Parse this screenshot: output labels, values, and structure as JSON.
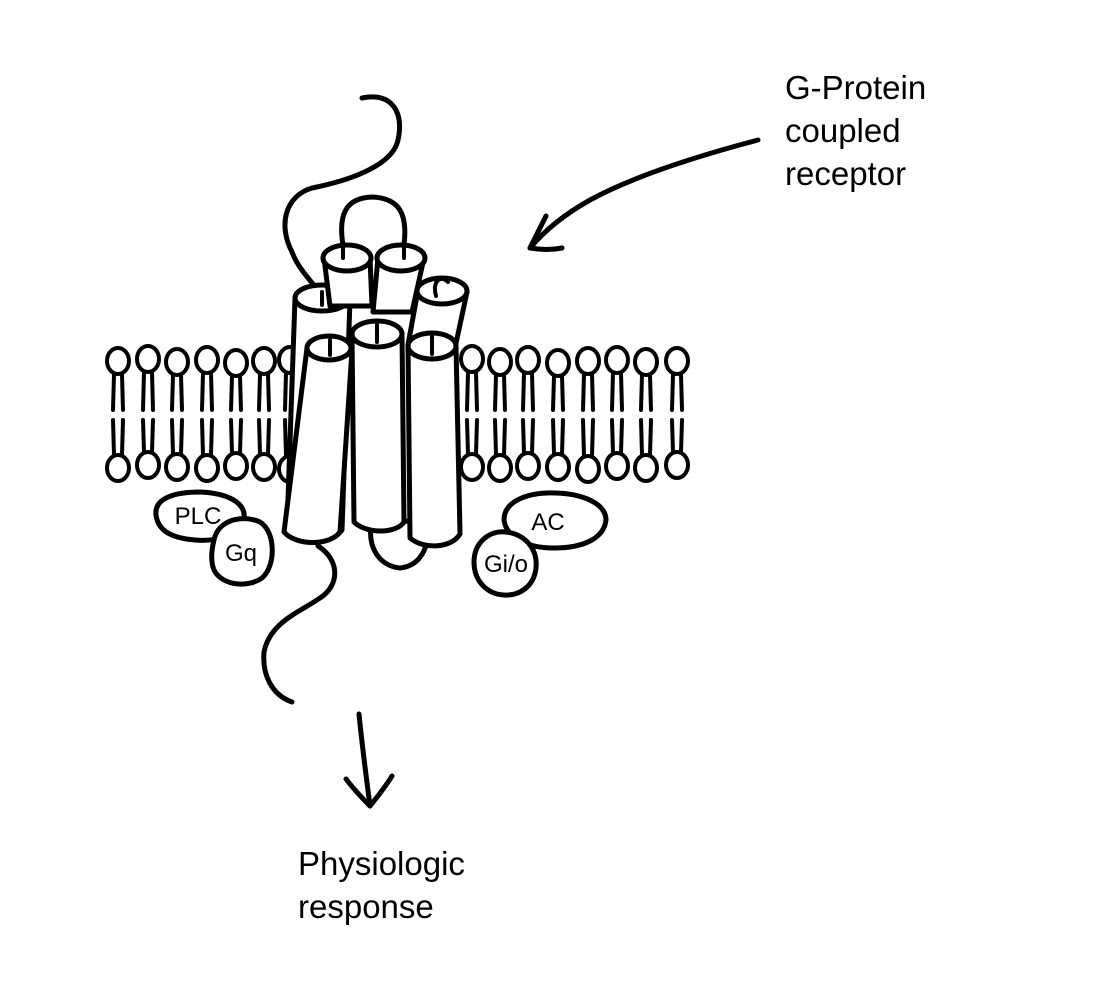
{
  "labels": {
    "receptor_line1": "G-Protein",
    "receptor_line2": "coupled",
    "receptor_line3": "receptor",
    "response_line1": "Physiologic",
    "response_line2": "response",
    "plc": "PLC",
    "gq": "Gq",
    "ac": "AC",
    "gio": "Gi/o"
  },
  "colors": {
    "ink": "#000000",
    "background": "#ffffff"
  }
}
